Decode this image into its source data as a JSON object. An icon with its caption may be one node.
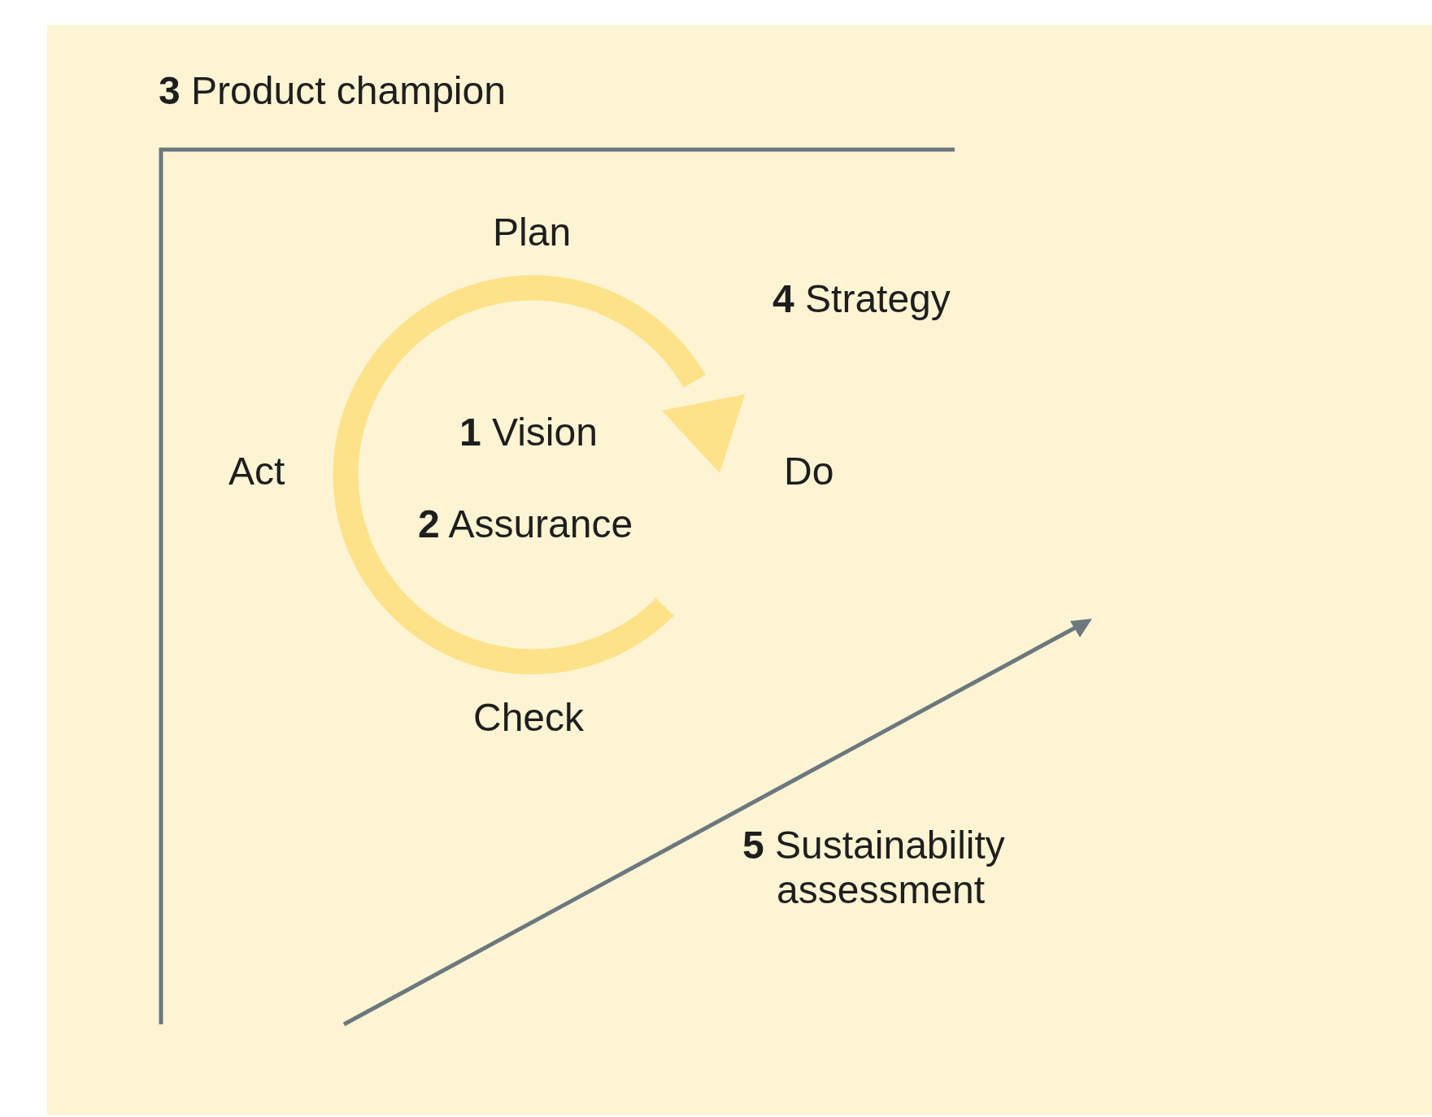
{
  "diagram": {
    "labels": [
      "**3** Product champion",
      "Plan",
      "**4** Strategy",
      "**1** Vision",
      "Act",
      "Do",
      "**2** Assurance",
      "Check",
      "**5** Sustainability assessment"
    ]
  }
}
